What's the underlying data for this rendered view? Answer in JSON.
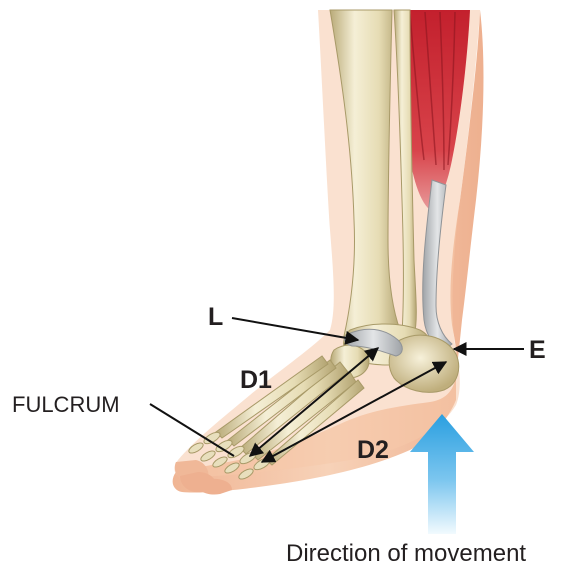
{
  "labels": {
    "lever_point": "L",
    "effort_point": "E",
    "distance_1": "D1",
    "distance_2": "D2",
    "fulcrum": "FULCRUM",
    "movement_caption": "Direction of movement"
  },
  "colors": {
    "skin": "#f4c5a3",
    "skin_shadow": "#e8a986",
    "bone": "#ece4c2",
    "bone_shadow": "#c7b98a",
    "muscle": "#d0303a",
    "muscle_dark": "#9e1b25",
    "tendon": "#b9bcbf",
    "ligament": "#b5b8bb",
    "arrow_black": "#111111",
    "movement_arrow_top": "#2a9fe0",
    "movement_arrow_bottom": "#e9f6fd"
  },
  "icons": {
    "movement_arrow": "up-arrow-icon"
  }
}
